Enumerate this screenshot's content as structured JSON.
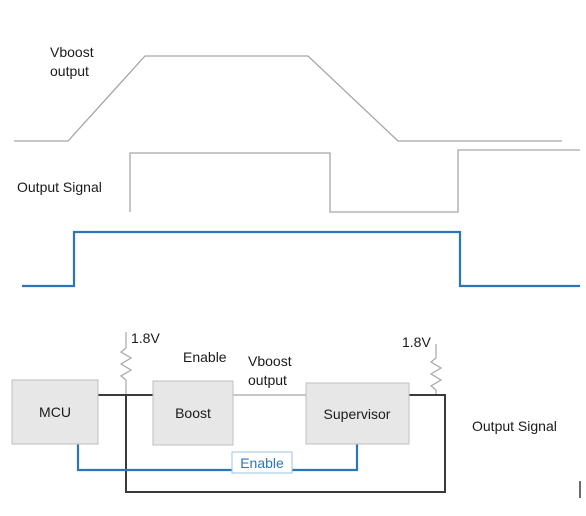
{
  "waveforms": {
    "vboost_label_line1": "Vboost",
    "vboost_label_line2": "output",
    "output_signal_label": "Output Signal"
  },
  "circuit": {
    "voltage_left": "1.8V",
    "voltage_right": "1.8V",
    "enable_label": "Enable",
    "vboost_label_line1": "Vboost",
    "vboost_label_line2": "output",
    "mcu_label": "MCU",
    "boost_label": "Boost",
    "supervisor_label": "Supervisor",
    "enable_tag": "Enable",
    "output_signal_label": "Output Signal"
  },
  "colors": {
    "wire": "#3a3a3a",
    "thin_wire": "#a6a6a6",
    "blue": "#2e75b6",
    "box_fill": "#e7e7e7",
    "box_stroke": "#bfbfbf"
  }
}
